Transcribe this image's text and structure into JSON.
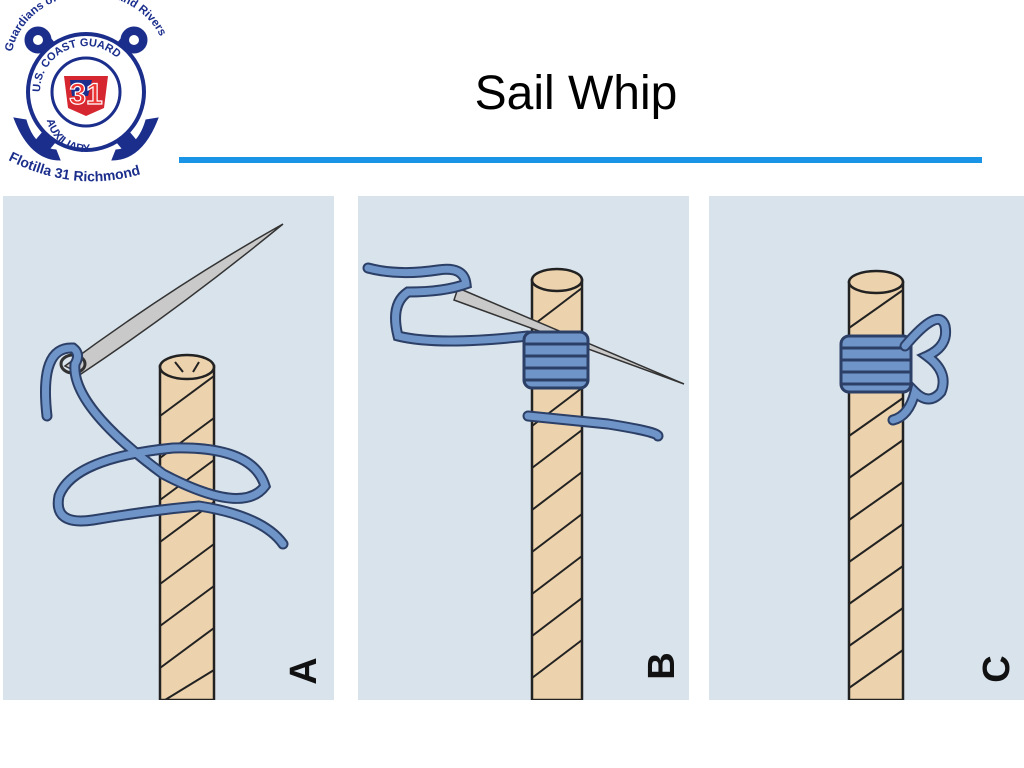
{
  "slide": {
    "title": "Sail Whip",
    "accent_color": "#1a94e6",
    "panel_bg": "#d9e3ec"
  },
  "logo": {
    "top_arc_text": "Guardians of our Lakes and Rivers",
    "ring_top_text": "U.S. COAST GUARD",
    "ring_bottom_text": "AUXILIARY",
    "badge_number": "31",
    "bottom_text": "Flotilla 31 Richmond",
    "navy_color": "#1b2e8c"
  },
  "panels": [
    {
      "id": "A",
      "label": "A"
    },
    {
      "id": "B",
      "label": "B"
    },
    {
      "id": "C",
      "label": "C"
    }
  ],
  "colors": {
    "rope_fill": "#edd3ad",
    "twine": "#6f94c8",
    "twine_outline": "#2c3f66",
    "needle": "#c9c9c9"
  }
}
